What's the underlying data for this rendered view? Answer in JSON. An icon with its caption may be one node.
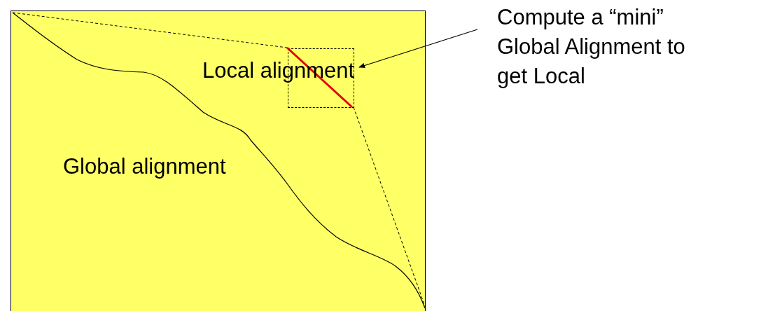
{
  "diagram": {
    "nodes": [
      {
        "text": [],
        "shape": "box"
      },
      {
        "text": [],
        "shape": "box",
        "in": 0
      },
      {
        "text": [
          "Compute a “mini” Global Alignment to get Local"
        ]
      }
    ],
    "edges": [
      {
        "from": 2,
        "to": 1,
        "arrow": "to"
      }
    ],
    "labels": [
      "Local alignment",
      "Global alignment"
    ]
  }
}
